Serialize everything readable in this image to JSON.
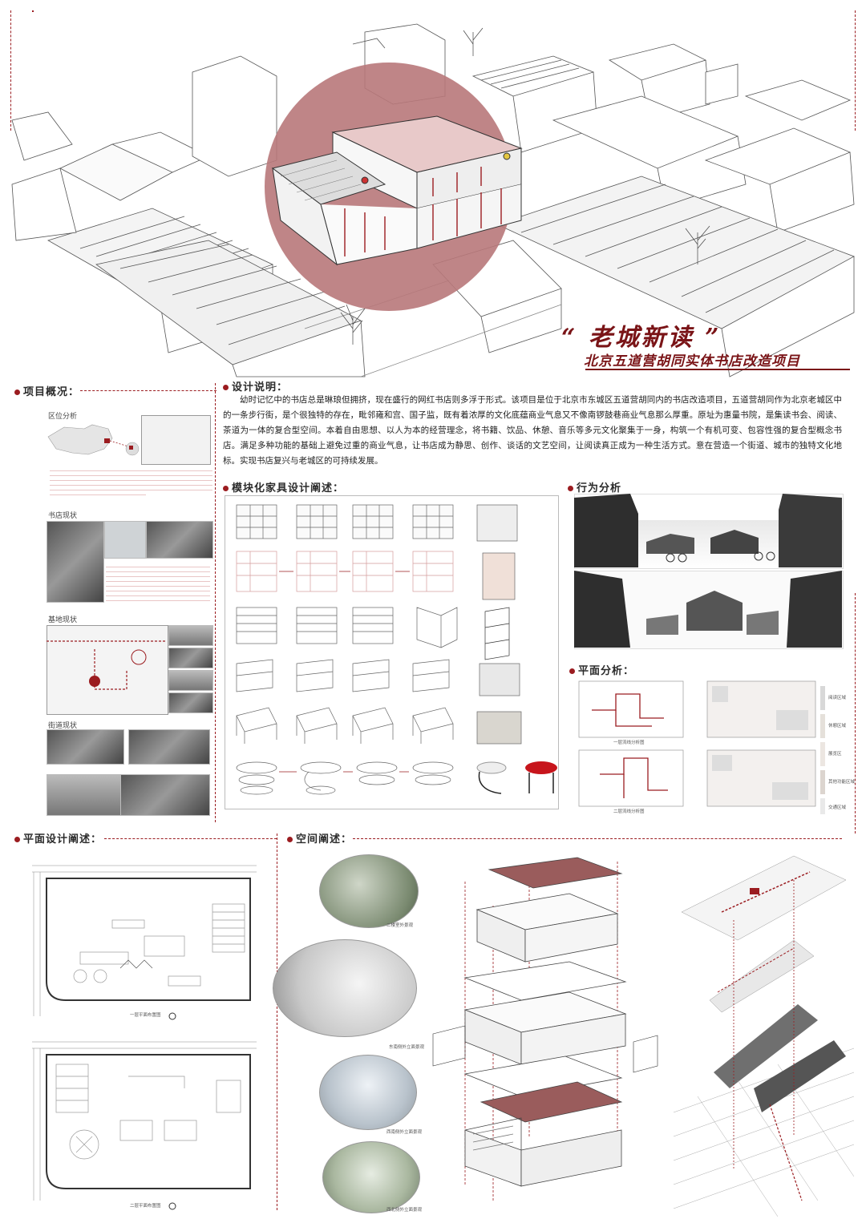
{
  "hero": {
    "title_main": "“ 老城新读 ”",
    "title_sub": "北京五道营胡同实体书店改造项目"
  },
  "sections": {
    "overview": "项目概况：",
    "design_desc": "设计说明：",
    "modules": "模块化家具设计阐述：",
    "behavior": "行为分析",
    "plan_analysis": "平面分析：",
    "plan_design": "平面设计阐述：",
    "space": "空间阐述："
  },
  "design_text": "幼时记忆中的书店总是琳琅但拥挤，现在盛行的网红书店则多浮于形式。该项目是位于北京市东城区五道营胡同内的书店改造项目，五道营胡同作为北京老城区中的一条步行街，是个很独特的存在，毗邻雍和宫、国子监，既有着浓厚的文化底蕴商业气息又不像南锣鼓巷商业气息那么厚重。原址为惠量书院，是集读书会、阅读、茶道为一体的复合型空间。本着自由思想、以人为本的经营理念，将书籍、饮品、休憩、音乐等多元文化聚集于一身，构筑一个有机可变、包容性强的复合型概念书店。满足多种功能的基础上避免过重的商业气息，让书店成为静思、创作、谈话的文艺空间，让阅读真正成为一种生活方式。意在营造一个街道、城市的独特文化地标。实现书店复兴与老城区的可持续发展。",
  "left_panel": {
    "region": "区位分析",
    "bookstore_status": "书店现状",
    "site_status": "基地现状",
    "street_status": "街道现状"
  },
  "captions": {
    "floor1_plan": "一层平面布置图",
    "floor2_plan": "二层平面布置图",
    "floor1_analysis": "一层流线分析图",
    "floor2_analysis": "二层流线分析图",
    "view1": "二楼室外景观",
    "view2": "东南侧外立面景观",
    "view3": "西南侧外立面景观",
    "view4": "西北侧外立面景观"
  },
  "legend": [
    "阅读区域",
    "休憩区域",
    "展览区",
    "其他功能区域",
    "交通区域"
  ],
  "colors": {
    "accent": "#9b1c20",
    "circle": "#b8787a"
  }
}
